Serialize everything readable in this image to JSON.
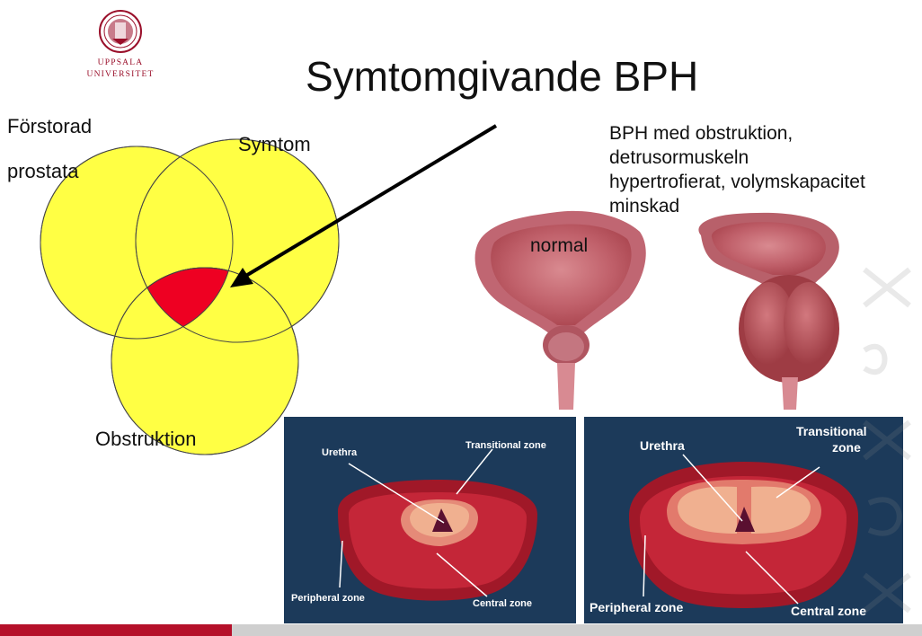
{
  "logo": {
    "line1": "UPPSALA",
    "line2": "UNIVERSITET",
    "brand_color": "#9a0f2a"
  },
  "title": "Symtomgivande BPH",
  "venn": {
    "label_top_left_1": "Förstorad",
    "label_top_left_2": "prostata",
    "label_top_right": "Symtom",
    "label_bottom": "Obstruktion",
    "circle_color": "#ffff44",
    "overlap_color": "#ee0022"
  },
  "bladder": {
    "normal_label": "normal",
    "description_lines": [
      "BPH med obstruktion,",
      "detrusormuskeln",
      "hypertrofierat, volymskapacitet",
      "minskad"
    ]
  },
  "cross_section_left": {
    "urethra": "Urethra",
    "transitional": "Transitional zone",
    "peripheral": "Peripheral zone",
    "central": "Central zone"
  },
  "cross_section_right": {
    "urethra": "Urethra",
    "transitional_1": "Transitional",
    "transitional_2": "zone",
    "peripheral": "Peripheral zone",
    "central": "Central zone"
  },
  "footer": {
    "red": "#b5102a",
    "gray": "#cfcfcf"
  }
}
